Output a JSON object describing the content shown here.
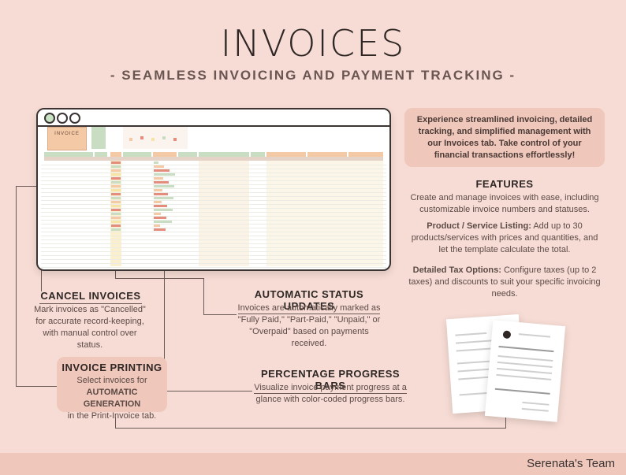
{
  "header": {
    "title": "INVOICES",
    "subtitle": "- SEAMLESS INVOICING AND PAYMENT TRACKING -"
  },
  "intro": "Experience streamlined invoicing, detailed tracking, and simplified management with our Invoices tab. Take control of your financial transactions effortlessly!",
  "features": {
    "heading": "FEATURES",
    "text": "Create and manage invoices with ease, including customizable invoice numbers and statuses.",
    "listing_label": "Product / Service Listing:",
    "listing_text": "Add up to 30 products/services with prices and quantities, and let the template calculate the total.",
    "tax_label": "Detailed Tax Options:",
    "tax_text": "Configure taxes (up to 2 taxes) and discounts to suit your specific invoicing needs."
  },
  "cancel": {
    "heading": "CANCEL INVOICES",
    "text": "Mark invoices as \"Cancelled\" for accurate record-keeping, with manual control over status."
  },
  "status": {
    "heading": "AUTOMATIC STATUS UPDATES",
    "text": "Invoices are automatically marked as \"Fully Paid,\" \"Part-Paid,\" \"Unpaid,\" or \"Overpaid\" based on payments received."
  },
  "printing": {
    "heading": "INVOICE PRINTING",
    "text_a": "Select invoices for",
    "text_bold": "AUTOMATIC GENERATION",
    "text_b": "in the Print-Invoice tab."
  },
  "progress": {
    "heading": "PERCENTAGE PROGRESS BARS",
    "text": "Visualize invoice payment progress at a glance with color-coded progress bars."
  },
  "sheet": {
    "label": "INVOICE"
  },
  "footer": {
    "brand": "Serenata's Team"
  },
  "colors": {
    "background": "#f6dcd4",
    "accent": "#efc7bb",
    "green": "#c9ddc3",
    "peach": "#f3c9a6",
    "red": "#e58d7c",
    "yellow": "#f6e4a6"
  }
}
